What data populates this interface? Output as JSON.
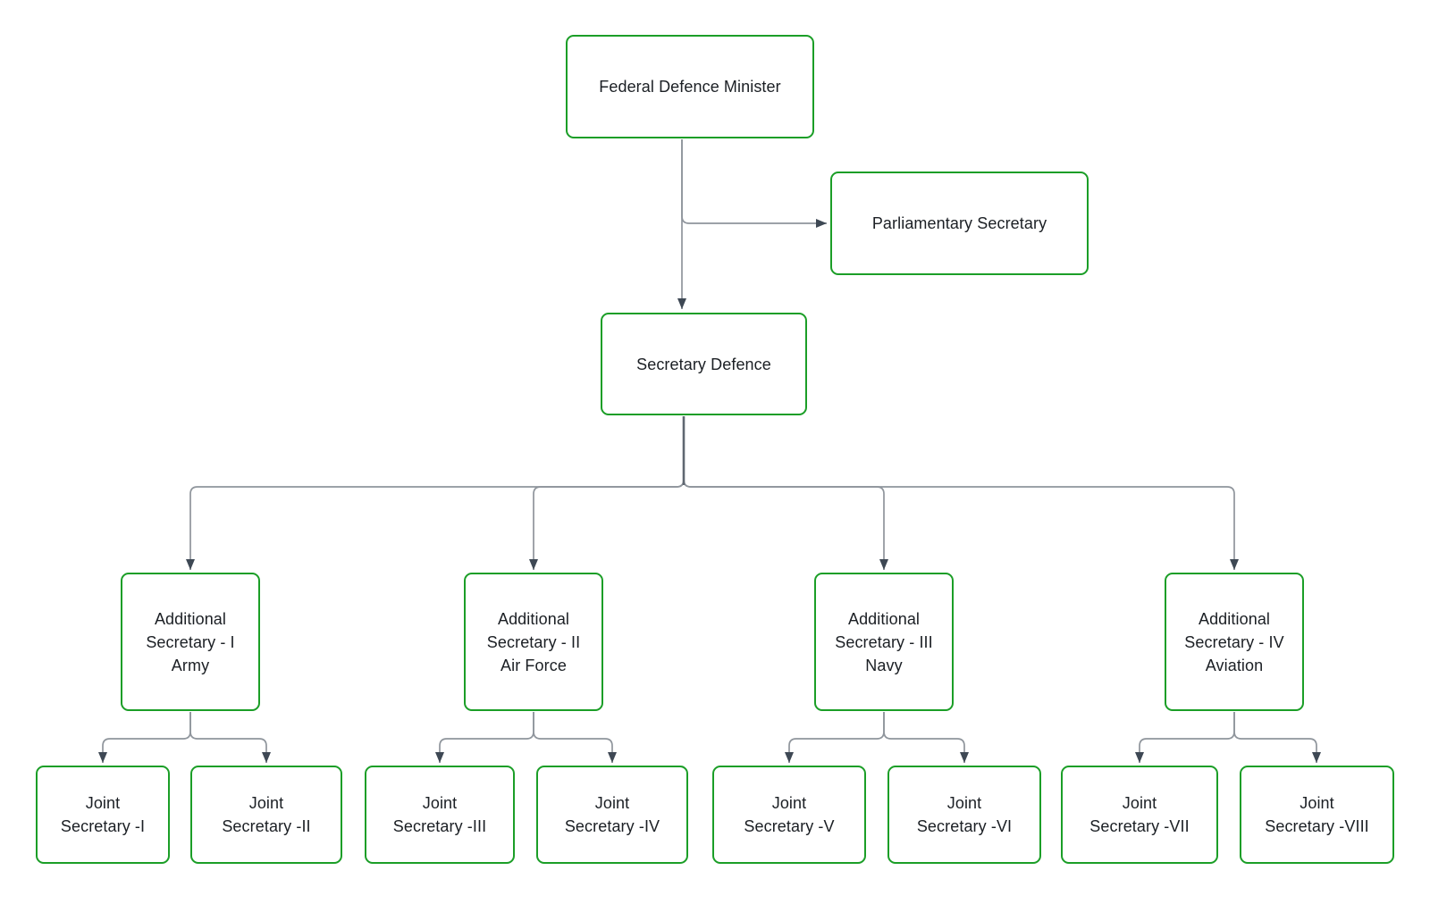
{
  "diagram": {
    "type": "org-chart",
    "colors": {
      "node_border": "#1B9E27",
      "node_fill": "#FFFFFF",
      "connector_line": "#8F959C",
      "connector_spine": "#5F6771",
      "arrowhead": "#3E4854",
      "label_text": "#1B1F24",
      "background": "#FFFFFF"
    },
    "nodes": {
      "federal_defence_minister": {
        "label_lines": [
          "Federal Defence Minister"
        ]
      },
      "parliamentary_secretary": {
        "label_lines": [
          "Parliamentary Secretary"
        ]
      },
      "secretary_defence": {
        "label_lines": [
          "Secretary Defence"
        ]
      },
      "additional_secretary_1": {
        "label_lines": [
          "Additional",
          "Secretary - I",
          "Army"
        ]
      },
      "additional_secretary_2": {
        "label_lines": [
          "Additional",
          "Secretary - II",
          "Air Force"
        ]
      },
      "additional_secretary_3": {
        "label_lines": [
          "Additional",
          "Secretary - III",
          "Navy"
        ]
      },
      "additional_secretary_4": {
        "label_lines": [
          "Additional",
          "Secretary - IV",
          "Aviation"
        ]
      },
      "joint_secretary_1": {
        "label_lines": [
          "Joint",
          "Secretary -I"
        ]
      },
      "joint_secretary_2": {
        "label_lines": [
          "Joint",
          "Secretary -II"
        ]
      },
      "joint_secretary_3": {
        "label_lines": [
          "Joint",
          "Secretary -III"
        ]
      },
      "joint_secretary_4": {
        "label_lines": [
          "Joint",
          "Secretary -IV"
        ]
      },
      "joint_secretary_5": {
        "label_lines": [
          "Joint",
          "Secretary -V"
        ]
      },
      "joint_secretary_6": {
        "label_lines": [
          "Joint",
          "Secretary -VI"
        ]
      },
      "joint_secretary_7": {
        "label_lines": [
          "Joint",
          "Secretary -VII"
        ]
      },
      "joint_secretary_8": {
        "label_lines": [
          "Joint",
          "Secretary -VIII"
        ]
      }
    },
    "edges": [
      {
        "from": "federal_defence_minister",
        "to": "parliamentary_secretary"
      },
      {
        "from": "federal_defence_minister",
        "to": "secretary_defence"
      },
      {
        "from": "secretary_defence",
        "to": "additional_secretary_1"
      },
      {
        "from": "secretary_defence",
        "to": "additional_secretary_2"
      },
      {
        "from": "secretary_defence",
        "to": "additional_secretary_3"
      },
      {
        "from": "secretary_defence",
        "to": "additional_secretary_4"
      },
      {
        "from": "additional_secretary_1",
        "to": "joint_secretary_1"
      },
      {
        "from": "additional_secretary_1",
        "to": "joint_secretary_2"
      },
      {
        "from": "additional_secretary_2",
        "to": "joint_secretary_3"
      },
      {
        "from": "additional_secretary_2",
        "to": "joint_secretary_4"
      },
      {
        "from": "additional_secretary_3",
        "to": "joint_secretary_5"
      },
      {
        "from": "additional_secretary_3",
        "to": "joint_secretary_6"
      },
      {
        "from": "additional_secretary_4",
        "to": "joint_secretary_7"
      },
      {
        "from": "additional_secretary_4",
        "to": "joint_secretary_8"
      }
    ]
  }
}
